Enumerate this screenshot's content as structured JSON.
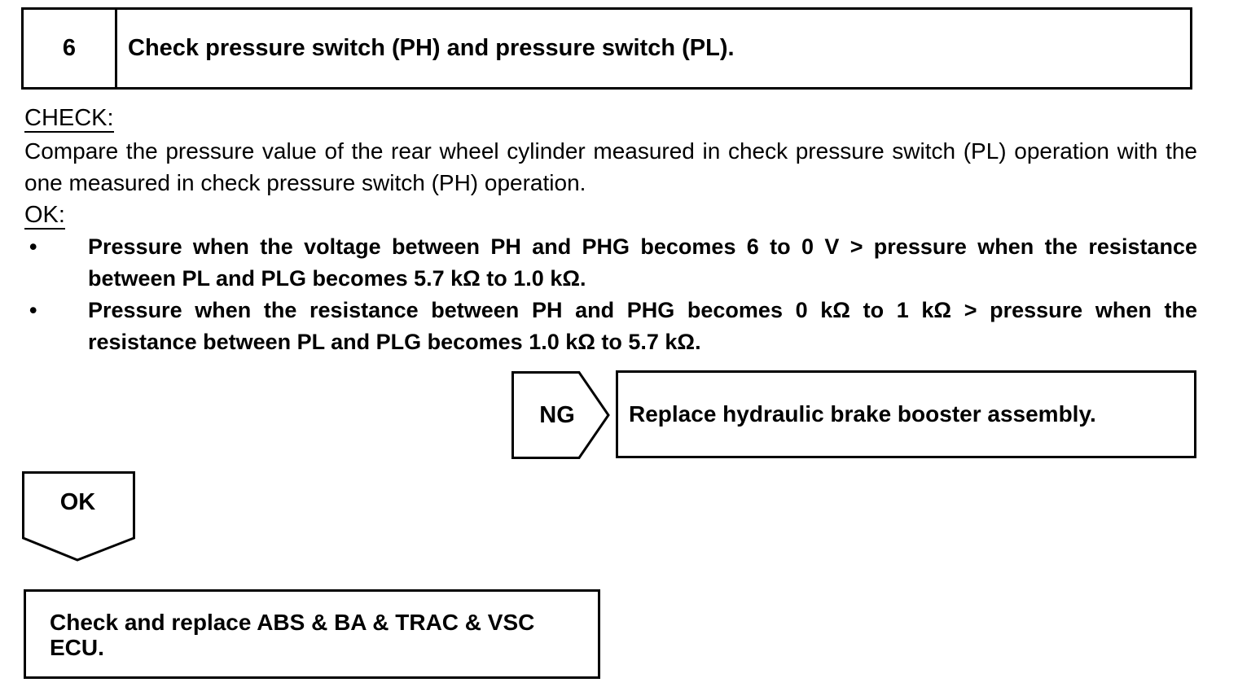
{
  "step": {
    "number": "6",
    "title": "Check pressure switch (PH) and pressure switch (PL)."
  },
  "check": {
    "heading": "CHECK:",
    "text": "Compare the pressure value of the rear wheel cylinder measured in check pressure switch (PL) operation with the one measured in check pressure switch (PH) operation."
  },
  "ok_criteria": {
    "heading": "OK:",
    "bullet": "•",
    "items": [
      "Pressure when the voltage between PH and PHG becomes 6 to 0 V  >  pressure when the resistance between PL and PLG becomes 5.7 kΩ to 1.0 kΩ.",
      "Pressure when the resistance between PH and PHG becomes 0 kΩ to 1 kΩ  >  pressure when the resistance between PL and PLG becomes 1.0 kΩ to 5.7 kΩ."
    ]
  },
  "ng_branch": {
    "label": "NG",
    "action": "Replace hydraulic brake booster assembly."
  },
  "ok_branch": {
    "label": "OK",
    "action": "Check and replace ABS & BA & TRAC & VSC ECU."
  }
}
